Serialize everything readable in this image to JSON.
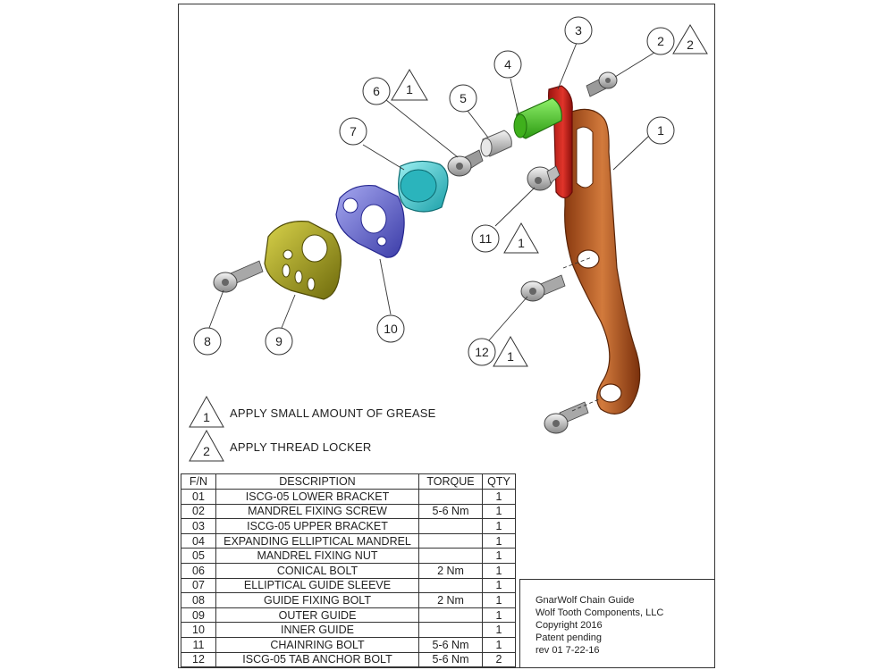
{
  "callouts": [
    {
      "num": "1"
    },
    {
      "num": "2"
    },
    {
      "num": "3"
    },
    {
      "num": "4"
    },
    {
      "num": "5"
    },
    {
      "num": "6"
    },
    {
      "num": "7"
    },
    {
      "num": "8"
    },
    {
      "num": "9"
    },
    {
      "num": "10"
    },
    {
      "num": "11"
    },
    {
      "num": "12"
    }
  ],
  "note_flags": {
    "grease": "1",
    "thread": "2"
  },
  "notes": [
    {
      "flag": "1",
      "text": "APPLY SMALL AMOUNT OF GREASE"
    },
    {
      "flag": "2",
      "text": "APPLY THREAD LOCKER"
    }
  ],
  "colors": {
    "lower_bracket": "#c0622a",
    "upper_bracket": "#d0201a",
    "mandrel": "#42c51e",
    "sleeve": "#2fc7cf",
    "inner_guide": "#6f70d6",
    "outer_guide": "#a6a11f",
    "bolt": "#d5d5d5"
  },
  "table": {
    "headers": {
      "fn": "F/N",
      "desc": "DESCRIPTION",
      "torque": "TORQUE",
      "qty": "QTY"
    },
    "rows": [
      {
        "fn": "01",
        "desc": "ISCG-05 LOWER BRACKET",
        "torque": "",
        "qty": "1"
      },
      {
        "fn": "02",
        "desc": "MANDREL FIXING SCREW",
        "torque": "5-6 Nm",
        "qty": "1"
      },
      {
        "fn": "03",
        "desc": "ISCG-05 UPPER BRACKET",
        "torque": "",
        "qty": "1"
      },
      {
        "fn": "04",
        "desc": "EXPANDING ELLIPTICAL  MANDREL",
        "torque": "",
        "qty": "1"
      },
      {
        "fn": "05",
        "desc": "MANDREL FIXING NUT",
        "torque": "",
        "qty": "1"
      },
      {
        "fn": "06",
        "desc": "CONICAL BOLT",
        "torque": "2 Nm",
        "qty": "1"
      },
      {
        "fn": "07",
        "desc": "ELLIPTICAL GUIDE SLEEVE",
        "torque": "",
        "qty": "1"
      },
      {
        "fn": "08",
        "desc": "GUIDE FIXING BOLT",
        "torque": "2 Nm",
        "qty": "1"
      },
      {
        "fn": "09",
        "desc": "OUTER GUIDE",
        "torque": "",
        "qty": "1"
      },
      {
        "fn": "10",
        "desc": "INNER GUIDE",
        "torque": "",
        "qty": "1"
      },
      {
        "fn": "11",
        "desc": "CHAINRING BOLT",
        "torque": "5-6 Nm",
        "qty": "1"
      },
      {
        "fn": "12",
        "desc": "ISCG-05 TAB ANCHOR BOLT",
        "torque": "5-6 Nm",
        "qty": "2"
      }
    ]
  },
  "title_block": {
    "line1": "GnarWolf Chain Guide",
    "line2": "Wolf Tooth Components, LLC",
    "line3": "Copyright 2016",
    "line4": "Patent pending",
    "line5": "rev 01  7-22-16"
  }
}
